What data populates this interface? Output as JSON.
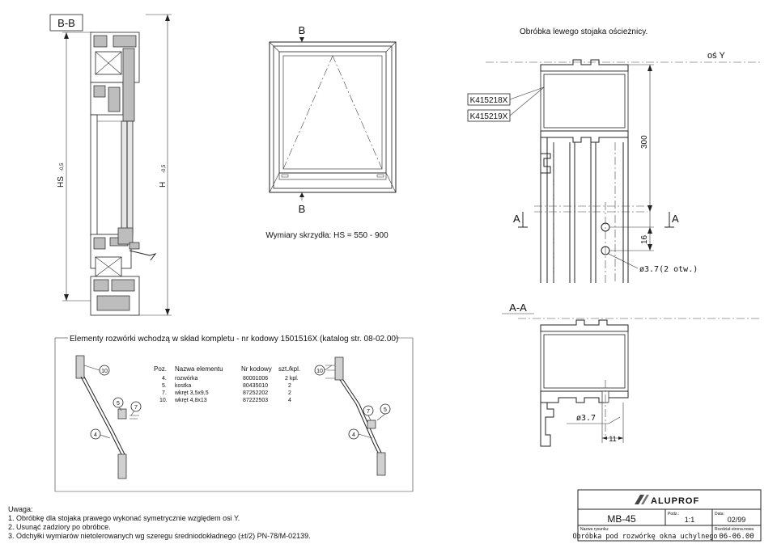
{
  "section_bb": {
    "label": "B-B",
    "dim_hs": "HS",
    "dim_hs_tol": "-0,5",
    "dim_h": "H",
    "dim_h_tol": "-0,5"
  },
  "window_view": {
    "top_mark": "B",
    "bottom_mark": "B",
    "caption": "Wymiary skrzydła: HS = 550 -  900"
  },
  "right_view": {
    "title": "Obróbka lewego stojaka ościeżnicy.",
    "axis_label": "oś Y",
    "profile_codes": [
      "K415218X",
      "K415219X"
    ],
    "dim_300": "300",
    "dim_16": "16",
    "section_mark_left": "A",
    "section_mark_right": "A",
    "hole_note": "ø3.7(2 otw.)"
  },
  "section_aa": {
    "label": "A-A",
    "dim_hole": "ø3.7",
    "dim_11": "11"
  },
  "parts": {
    "heading": "Elementy rozwórki wchodzą w skład kompletu - nr kodowy 1501516X (katalog str. 08-02.00)",
    "columns": [
      "Poz.",
      "Nazwa elementu",
      "Nr kodowy",
      "szt./kpl."
    ],
    "rows": [
      {
        "pos": "4.",
        "name": "rozwórka",
        "code": "80001006",
        "qty": "2 kpl."
      },
      {
        "pos": "5.",
        "name": "kostka",
        "code": "80435010",
        "qty": "2"
      },
      {
        "pos": "7.",
        "name": "wkręt 3,5x9,5",
        "code": "87252202",
        "qty": "2"
      },
      {
        "pos": "10.",
        "name": "wkręt 4,8x13",
        "code": "87222503",
        "qty": "4"
      }
    ],
    "balloons_left": [
      "10",
      "5",
      "7",
      "4"
    ],
    "balloons_right": [
      "10",
      "7",
      "5",
      "4"
    ]
  },
  "notes": {
    "heading": "Uwaga:",
    "items": [
      "1. Obróbkę dla stojaka prawego wykonać symetrycznie względem osi Y.",
      "2. Usunąć zadziory po obróbce.",
      "3. Odchyłki wymiarów nietolerowanych wg szeregu  średniodokładnego (±t/2) PN-78/M-02139."
    ]
  },
  "title_block": {
    "brand": "ALUPROF",
    "drawing_number": "MB-45",
    "scale_label": "Podz.:",
    "scale": "1:1",
    "date_label": "Data:",
    "date": "02/99",
    "name_label": "Nazwa rysunku:",
    "drawing_name": "Obróbka pod rozwórkę okna uchylnego",
    "chapter_label": "Rozdział-strona.nowa",
    "chapter": "06-06.00"
  }
}
